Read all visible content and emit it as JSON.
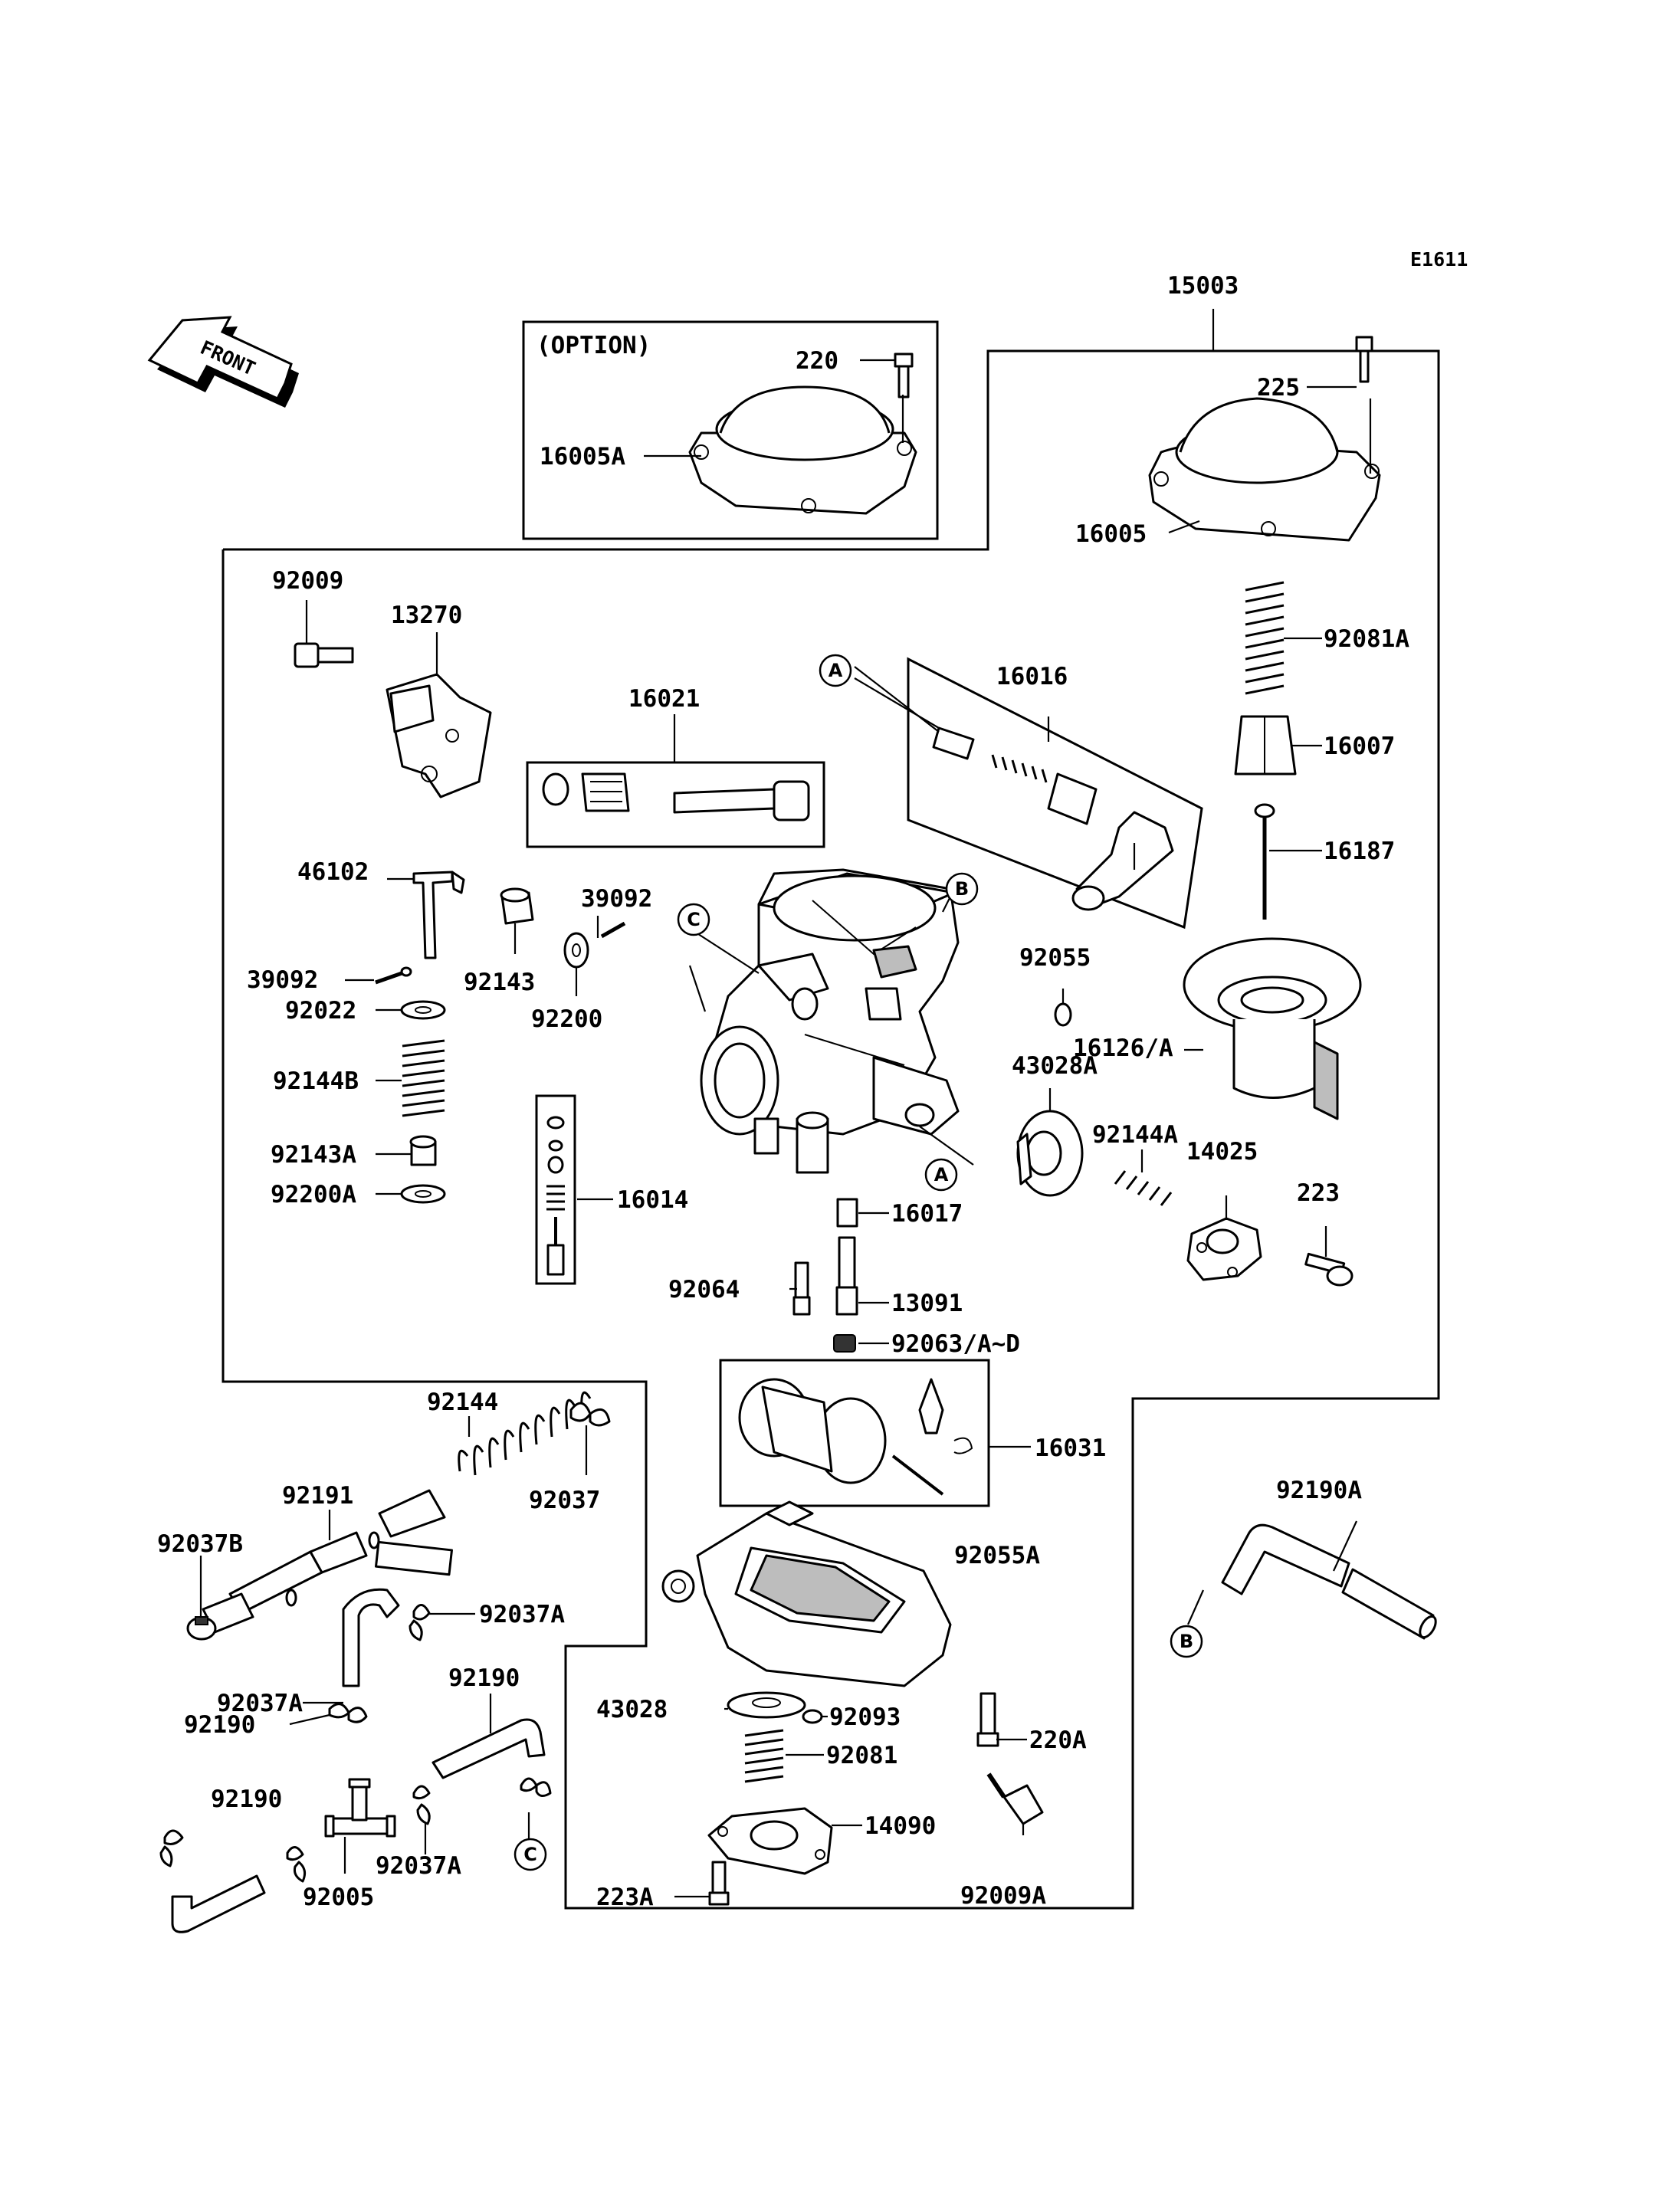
{
  "diagram_code": "E1611",
  "front_marker": "FRONT",
  "option_label": "(OPTION)",
  "reference_markers": [
    "A",
    "B",
    "C"
  ],
  "part_labels": [
    {
      "id": "p15003",
      "text": "15003"
    },
    {
      "id": "p220",
      "text": "220"
    },
    {
      "id": "p16005A",
      "text": "16005A"
    },
    {
      "id": "p225",
      "text": "225"
    },
    {
      "id": "p16005",
      "text": "16005"
    },
    {
      "id": "p92081A",
      "text": "92081A"
    },
    {
      "id": "p16007",
      "text": "16007"
    },
    {
      "id": "p16187",
      "text": "16187"
    },
    {
      "id": "p16126A",
      "text": "16126/A"
    },
    {
      "id": "p92009",
      "text": "92009"
    },
    {
      "id": "p13270",
      "text": "13270"
    },
    {
      "id": "p16021",
      "text": "16021"
    },
    {
      "id": "p16016",
      "text": "16016"
    },
    {
      "id": "p46102",
      "text": "46102"
    },
    {
      "id": "p39092a",
      "text": "39092"
    },
    {
      "id": "p39092b",
      "text": "39092"
    },
    {
      "id": "p92143",
      "text": "92143"
    },
    {
      "id": "p92200",
      "text": "92200"
    },
    {
      "id": "p92022",
      "text": "92022"
    },
    {
      "id": "p92055",
      "text": "92055"
    },
    {
      "id": "p43028A",
      "text": "43028A"
    },
    {
      "id": "p92144B",
      "text": "92144B"
    },
    {
      "id": "p92144A",
      "text": "92144A"
    },
    {
      "id": "p14025",
      "text": "14025"
    },
    {
      "id": "p223",
      "text": "223"
    },
    {
      "id": "p92143A",
      "text": "92143A"
    },
    {
      "id": "p92200A",
      "text": "92200A"
    },
    {
      "id": "p16014",
      "text": "16014"
    },
    {
      "id": "p16017",
      "text": "16017"
    },
    {
      "id": "p92064",
      "text": "92064"
    },
    {
      "id": "p13091",
      "text": "13091"
    },
    {
      "id": "p92063",
      "text": "92063/A~D"
    },
    {
      "id": "p92144",
      "text": "92144"
    },
    {
      "id": "p16031",
      "text": "16031"
    },
    {
      "id": "p92037",
      "text": "92037"
    },
    {
      "id": "p92191",
      "text": "92191"
    },
    {
      "id": "p92190A",
      "text": "92190A"
    },
    {
      "id": "p92037B",
      "text": "92037B"
    },
    {
      "id": "p92055A",
      "text": "92055A"
    },
    {
      "id": "p92037Aa",
      "text": "92037A"
    },
    {
      "id": "p92190a",
      "text": "92190"
    },
    {
      "id": "p92037Ab",
      "text": "92037A"
    },
    {
      "id": "p92190b",
      "text": "92190"
    },
    {
      "id": "p43028",
      "text": "43028"
    },
    {
      "id": "p92093",
      "text": "92093"
    },
    {
      "id": "p220A",
      "text": "220A"
    },
    {
      "id": "p92081",
      "text": "92081"
    },
    {
      "id": "p92190c",
      "text": "92190"
    },
    {
      "id": "p14090",
      "text": "14090"
    },
    {
      "id": "p92037Ac",
      "text": "92037A"
    },
    {
      "id": "p223A",
      "text": "223A"
    },
    {
      "id": "p92009A",
      "text": "92009A"
    },
    {
      "id": "p92005",
      "text": "92005"
    }
  ]
}
